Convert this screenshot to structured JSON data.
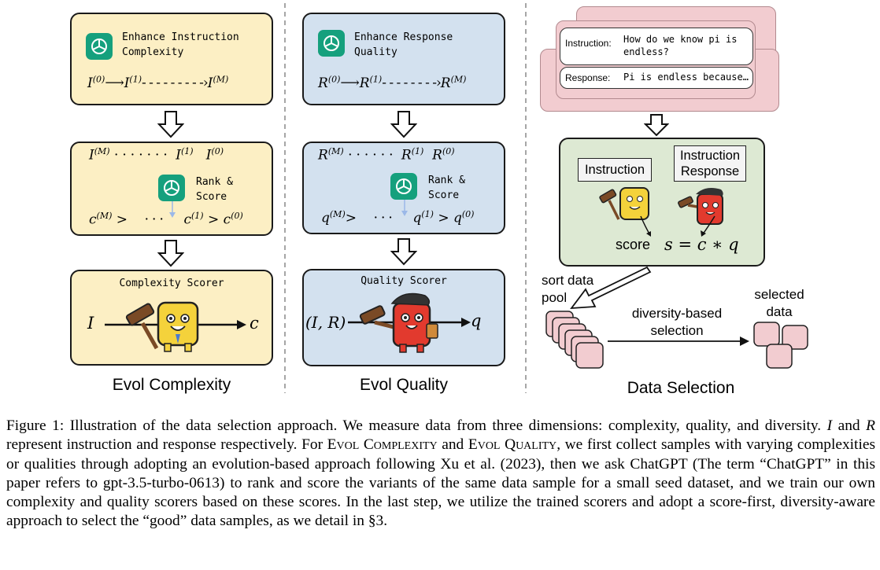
{
  "colors": {
    "yellow_panel": "#fcefc4",
    "blue_panel": "#d3e1ef",
    "green_panel": "#dde9d3",
    "pink_card": "#f2ccd0",
    "gpt_green": "#15a07d"
  },
  "icons": [
    "chatgpt-logo-icon",
    "down-arrow-icon",
    "gavel-mascot-yellow-icon",
    "gavel-mascot-red-icon",
    "data-stack-icon"
  ],
  "complexity": {
    "title": "Evol Complexity",
    "enhance_label_1": "Enhance Instruction",
    "enhance_label_2": "Complexity",
    "rank_label_1": "Rank &",
    "rank_label_2": "Score",
    "scorer_label": "Complexity Scorer",
    "input_symbol": "I",
    "output_symbol": "c"
  },
  "quality": {
    "title": "Evol Quality",
    "enhance_label_1": "Enhance Response",
    "enhance_label_2": "Quality",
    "rank_label_1": "Rank &",
    "rank_label_2": "Score",
    "scorer_label": "Quality Scorer",
    "input_symbol": "(I, R)",
    "output_symbol": "q"
  },
  "selection": {
    "title": "Data Selection",
    "instruction_prefix": "Instruction:",
    "instruction_text_1": "How do we know pi is",
    "instruction_text_2": "endless?",
    "response_prefix": "Response:",
    "response_text": "Pi is endless because…",
    "label_instruction": "Instruction",
    "label_instruction_response_1": "Instruction",
    "label_instruction_response_2": "Response",
    "score_word": "score",
    "score_formula": "s = c ∗ q",
    "sort_label_1": "sort data",
    "sort_label_2": "pool",
    "diversity_label_1": "diversity-based",
    "diversity_label_2": "selection",
    "selected_label_1": "selected",
    "selected_label_2": "data"
  },
  "caption": {
    "lead": "Figure 1: Illustration of the data selection approach. We measure data from three dimensions: complexity, quality, and diversity.",
    "sym_I": "I",
    "and": " and ",
    "sym_R": "R",
    "mid1": " represent instruction and response respectively. For ",
    "evol_complexity": "Evol Complexity",
    "and2": " and ",
    "evol_quality": "Evol Quality",
    "rest": ", we first collect samples with varying complexities or qualities through adopting an evolution-based approach following Xu et al. (2023), then we ask ChatGPT (The term “ChatGPT” in this paper refers to gpt-3.5-turbo-0613) to rank and score the variants of the same data sample for a small seed dataset, and we train our own complexity and quality scorers based on these scores. In the last step, we utilize the trained scorers and adopt a score-first, diversity-aware approach to select the “good” data samples, as we detail in §3."
  }
}
